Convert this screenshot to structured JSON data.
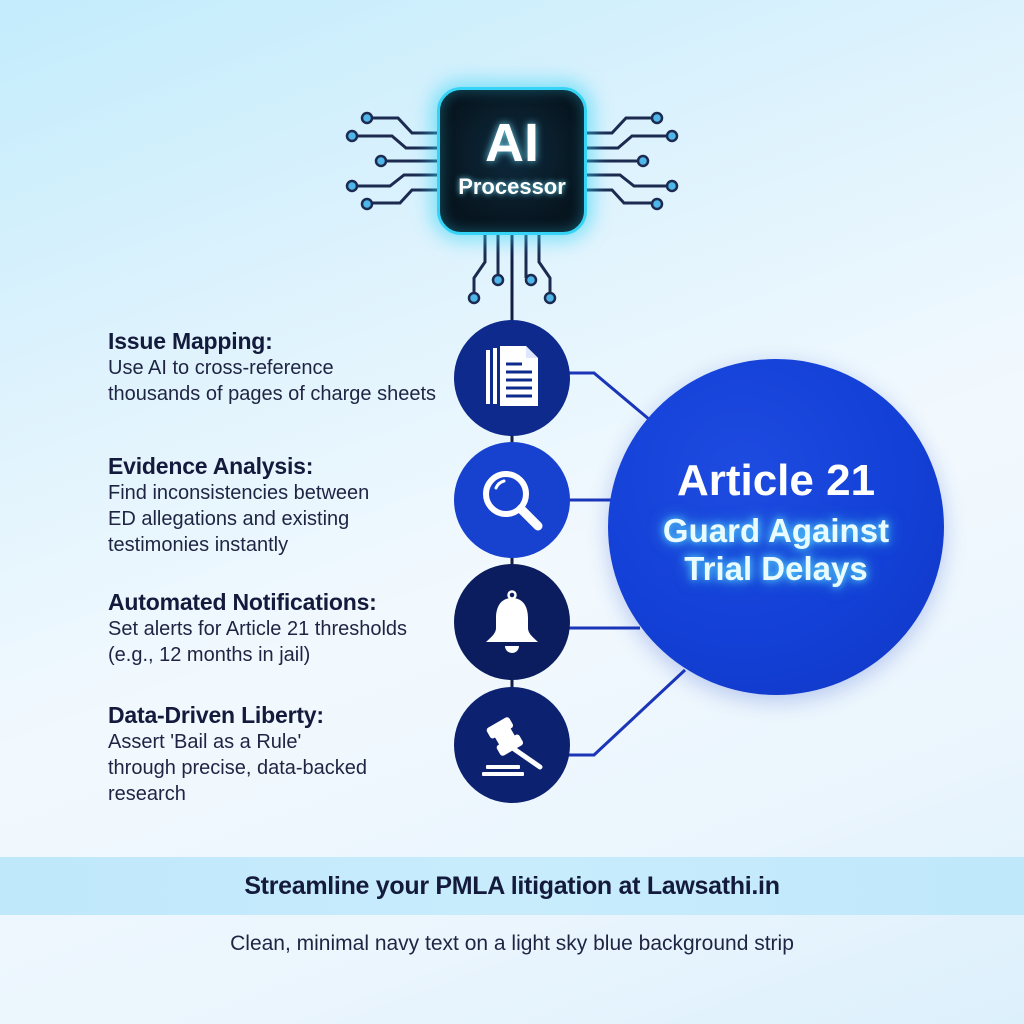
{
  "chip": {
    "title": "AI",
    "subtitle": "Processor",
    "icon": "microchip-icon",
    "glow_color": "#35d3f5",
    "body_color": "#07151f"
  },
  "features": [
    {
      "title": "Issue Mapping:",
      "lines": [
        "Use AI to cross-reference",
        "thousands of pages of charge sheets"
      ],
      "icon": "document-icon",
      "circle_color": "#0d2a8c"
    },
    {
      "title": "Evidence Analysis:",
      "lines": [
        "Find inconsistencies between",
        "ED allegations and existing",
        "testimonies instantly"
      ],
      "icon": "magnifier-icon",
      "circle_color": "#1742cf"
    },
    {
      "title": "Automated Notifications:",
      "lines": [
        "Set alerts for Article 21 thresholds",
        "(e.g., 12 months in jail)"
      ],
      "icon": "bell-icon",
      "circle_color": "#0b1d5e"
    },
    {
      "title": "Data-Driven Liberty:",
      "lines": [
        "Assert 'Bail as a Rule'",
        "through precise, data-backed",
        "research"
      ],
      "icon": "gavel-icon",
      "circle_color": "#0c2170"
    }
  ],
  "hub": {
    "title": "Article 21",
    "subtitle_line1": "Guard Against",
    "subtitle_line2": "Trial Delays",
    "color": "#1340d6",
    "glow_color": "#5adcff"
  },
  "footer": {
    "cta": "Streamline your PMLA litigation at Lawsathi.in",
    "caption": "Clean, minimal navy text on a light sky blue background strip",
    "strip_color": "#c3e9fb",
    "text_color": "#141a3c"
  },
  "colors": {
    "navy_text": "#141a3c",
    "connector": "#1a35b8",
    "circuit": "#1c2a4f",
    "circuit_node": "#4fb6ea"
  }
}
